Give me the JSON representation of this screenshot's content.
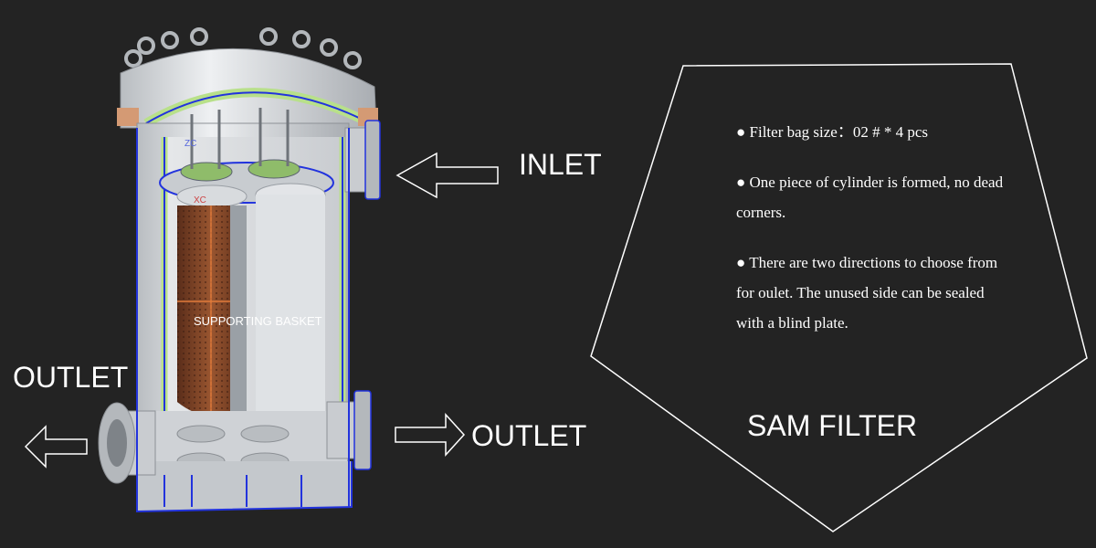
{
  "labels": {
    "inlet": "INLET",
    "outlet_left": "OUTLET",
    "outlet_right": "OUTLET",
    "basket": "SUPPORTING BASKET",
    "axis_zc": "ZC",
    "axis_xc": "XC"
  },
  "features": [
    "● Filter bag size：02 # * 4 pcs",
    "● One piece of cylinder is formed, no dead corners.",
    "● There are two directions to choose from for oulet. The unused side can be sealed with a blind plate."
  ],
  "product_name": "SAM FILTER",
  "colors": {
    "background": "#232323",
    "text": "#ffffff",
    "outline_blue": "#2233dd",
    "section_green": "#b8e08a",
    "steel": "#d6d9dc",
    "basket_brown": "#8a4a2a"
  },
  "icons": [
    "arrow-left-icon",
    "arrow-right-icon",
    "eyebolt-icon"
  ]
}
